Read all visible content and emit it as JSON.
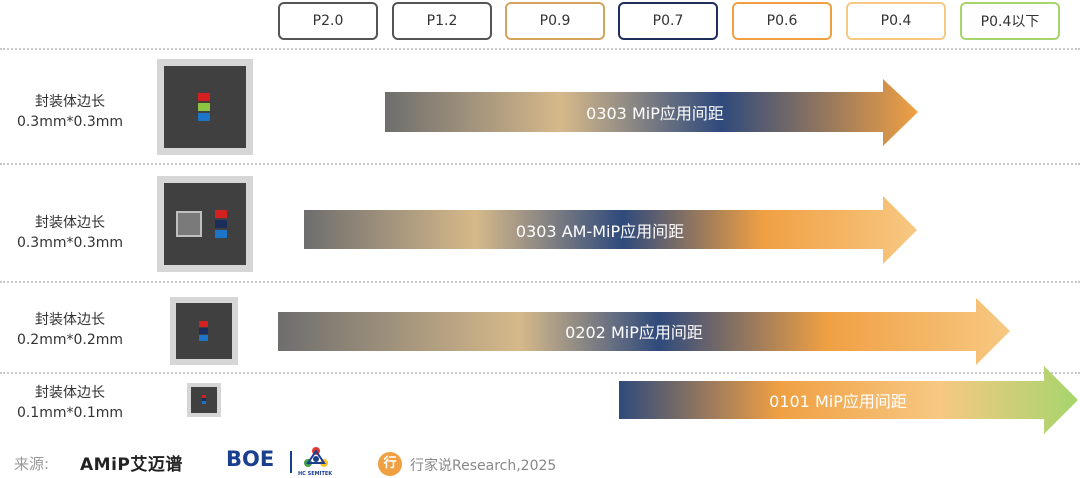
{
  "pitches": [
    {
      "label": "P2.0",
      "color": "#555555"
    },
    {
      "label": "P1.2",
      "color": "#555555"
    },
    {
      "label": "P0.9",
      "color": "#d6a35f"
    },
    {
      "label": "P0.7",
      "color": "#1f2d5a"
    },
    {
      "label": "P0.6",
      "color": "#f0a043"
    },
    {
      "label": "P0.4",
      "color": "#f7c882"
    },
    {
      "label": "P0.4以下",
      "color": "#a6d56d"
    }
  ],
  "rows": [
    {
      "label_line1": "封装体边长",
      "label_line2": "0.3mm*0.3mm",
      "arrow_text": "0303 MiP应用间距"
    },
    {
      "label_line1": "封装体边长",
      "label_line2": "0.3mm*0.3mm",
      "arrow_text": "0303 AM-MiP应用间距"
    },
    {
      "label_line1": "封装体边长",
      "label_line2": "0.2mm*0.2mm",
      "arrow_text": "0202 MiP应用间距"
    },
    {
      "label_line1": "封装体边长",
      "label_line2": "0.1mm*0.1mm",
      "arrow_text": "0101 MiP应用间距"
    }
  ],
  "footer": {
    "source_label": "来源:",
    "brand1": "AMiP艾迈谱",
    "brand2": "BOE",
    "brand3_small": "HC SEMITEK",
    "credit": "行家说Research,2025"
  },
  "colors": {
    "grey": "#6e6e6e",
    "tan": "#d6b98a",
    "navy": "#2f4a7c",
    "orange": "#f0a043",
    "light_orange": "#f7c882",
    "green": "#a6d56d"
  }
}
